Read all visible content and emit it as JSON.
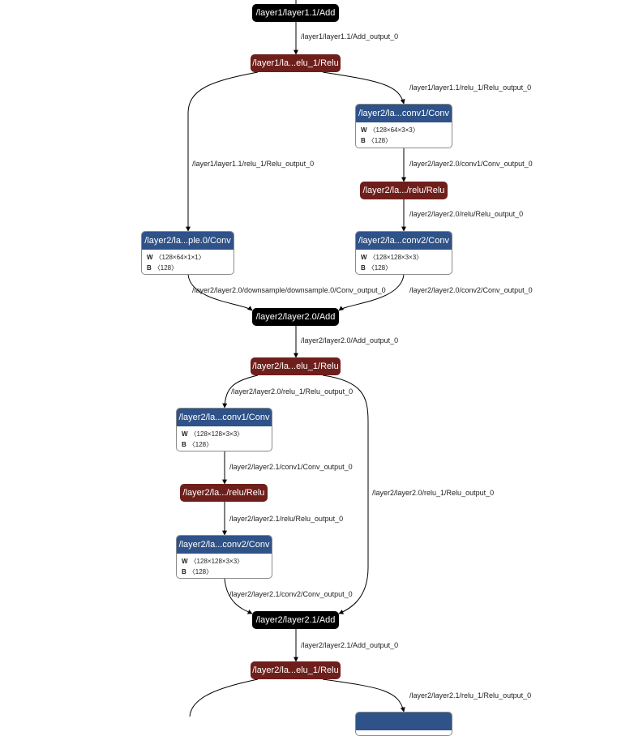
{
  "nodes": [
    {
      "id": "n1",
      "type": "op",
      "style": "black",
      "label": "/layer1/layer1.1/Add"
    },
    {
      "id": "n2",
      "type": "op",
      "style": "relu",
      "label": "/layer1/la...elu_1/Relu"
    },
    {
      "id": "n3",
      "type": "conv",
      "label": "/layer2/la...conv1/Conv",
      "w_label": "W",
      "w": "〈128×64×3×3〉",
      "b_label": "B",
      "b": "〈128〉"
    },
    {
      "id": "n4",
      "type": "op",
      "style": "relu",
      "label": "/layer2/la.../relu/Relu"
    },
    {
      "id": "n5",
      "type": "conv",
      "label": "/layer2/la...ple.0/Conv",
      "w_label": "W",
      "w": "〈128×64×1×1〉",
      "b_label": "B",
      "b": "〈128〉"
    },
    {
      "id": "n6",
      "type": "conv",
      "label": "/layer2/la...conv2/Conv",
      "w_label": "W",
      "w": "〈128×128×3×3〉",
      "b_label": "B",
      "b": "〈128〉"
    },
    {
      "id": "n7",
      "type": "op",
      "style": "black",
      "label": "/layer2/layer2.0/Add"
    },
    {
      "id": "n8",
      "type": "op",
      "style": "relu",
      "label": "/layer2/la...elu_1/Relu"
    },
    {
      "id": "n9",
      "type": "conv",
      "label": "/layer2/la...conv1/Conv",
      "w_label": "W",
      "w": "〈128×128×3×3〉",
      "b_label": "B",
      "b": "〈128〉"
    },
    {
      "id": "n10",
      "type": "op",
      "style": "relu",
      "label": "/layer2/la.../relu/Relu"
    },
    {
      "id": "n11",
      "type": "conv",
      "label": "/layer2/la...conv2/Conv",
      "w_label": "W",
      "w": "〈128×128×3×3〉",
      "b_label": "B",
      "b": "〈128〉"
    },
    {
      "id": "n12",
      "type": "op",
      "style": "black",
      "label": "/layer2/layer2.1/Add"
    },
    {
      "id": "n13",
      "type": "op",
      "style": "relu",
      "label": "/layer2/la...elu_1/Relu"
    },
    {
      "id": "n14",
      "type": "conv",
      "label": "",
      "partial": true
    }
  ],
  "edges": [
    {
      "from": "n1",
      "to": "n2",
      "label": "/layer1/layer1.1/Add_output_0"
    },
    {
      "from": "n2",
      "to": "n3",
      "label": "/layer1/layer1.1/relu_1/Relu_output_0"
    },
    {
      "from": "n2",
      "to": "n5",
      "label": "/layer1/layer1.1/relu_1/Relu_output_0"
    },
    {
      "from": "n3",
      "to": "n4",
      "label": "/layer2/layer2.0/conv1/Conv_output_0"
    },
    {
      "from": "n4",
      "to": "n6",
      "label": "/layer2/layer2.0/relu/Relu_output_0"
    },
    {
      "from": "n5",
      "to": "n7",
      "label": "/layer2/layer2.0/downsample/downsample.0/Conv_output_0"
    },
    {
      "from": "n6",
      "to": "n7",
      "label": "/layer2/layer2.0/conv2/Conv_output_0"
    },
    {
      "from": "n7",
      "to": "n8",
      "label": "/layer2/layer2.0/Add_output_0"
    },
    {
      "from": "n8",
      "to": "n9",
      "label": "/layer2/layer2.0/relu_1/Relu_output_0"
    },
    {
      "from": "n8",
      "to": "n12",
      "label": "/layer2/layer2.0/relu_1/Relu_output_0"
    },
    {
      "from": "n9",
      "to": "n10",
      "label": "/layer2/layer2.1/conv1/Conv_output_0"
    },
    {
      "from": "n10",
      "to": "n11",
      "label": "/layer2/layer2.1/relu/Relu_output_0"
    },
    {
      "from": "n11",
      "to": "n12",
      "label": "/layer2/layer2.1/conv2/Conv_output_0"
    },
    {
      "from": "n12",
      "to": "n13",
      "label": "/layer2/layer2.1/Add_output_0"
    },
    {
      "from": "n13",
      "to": "n14",
      "label": "/layer2/layer2.1/relu_1/Relu_output_0"
    },
    {
      "from": "n13",
      "to": "offscreen",
      "label": ""
    }
  ]
}
